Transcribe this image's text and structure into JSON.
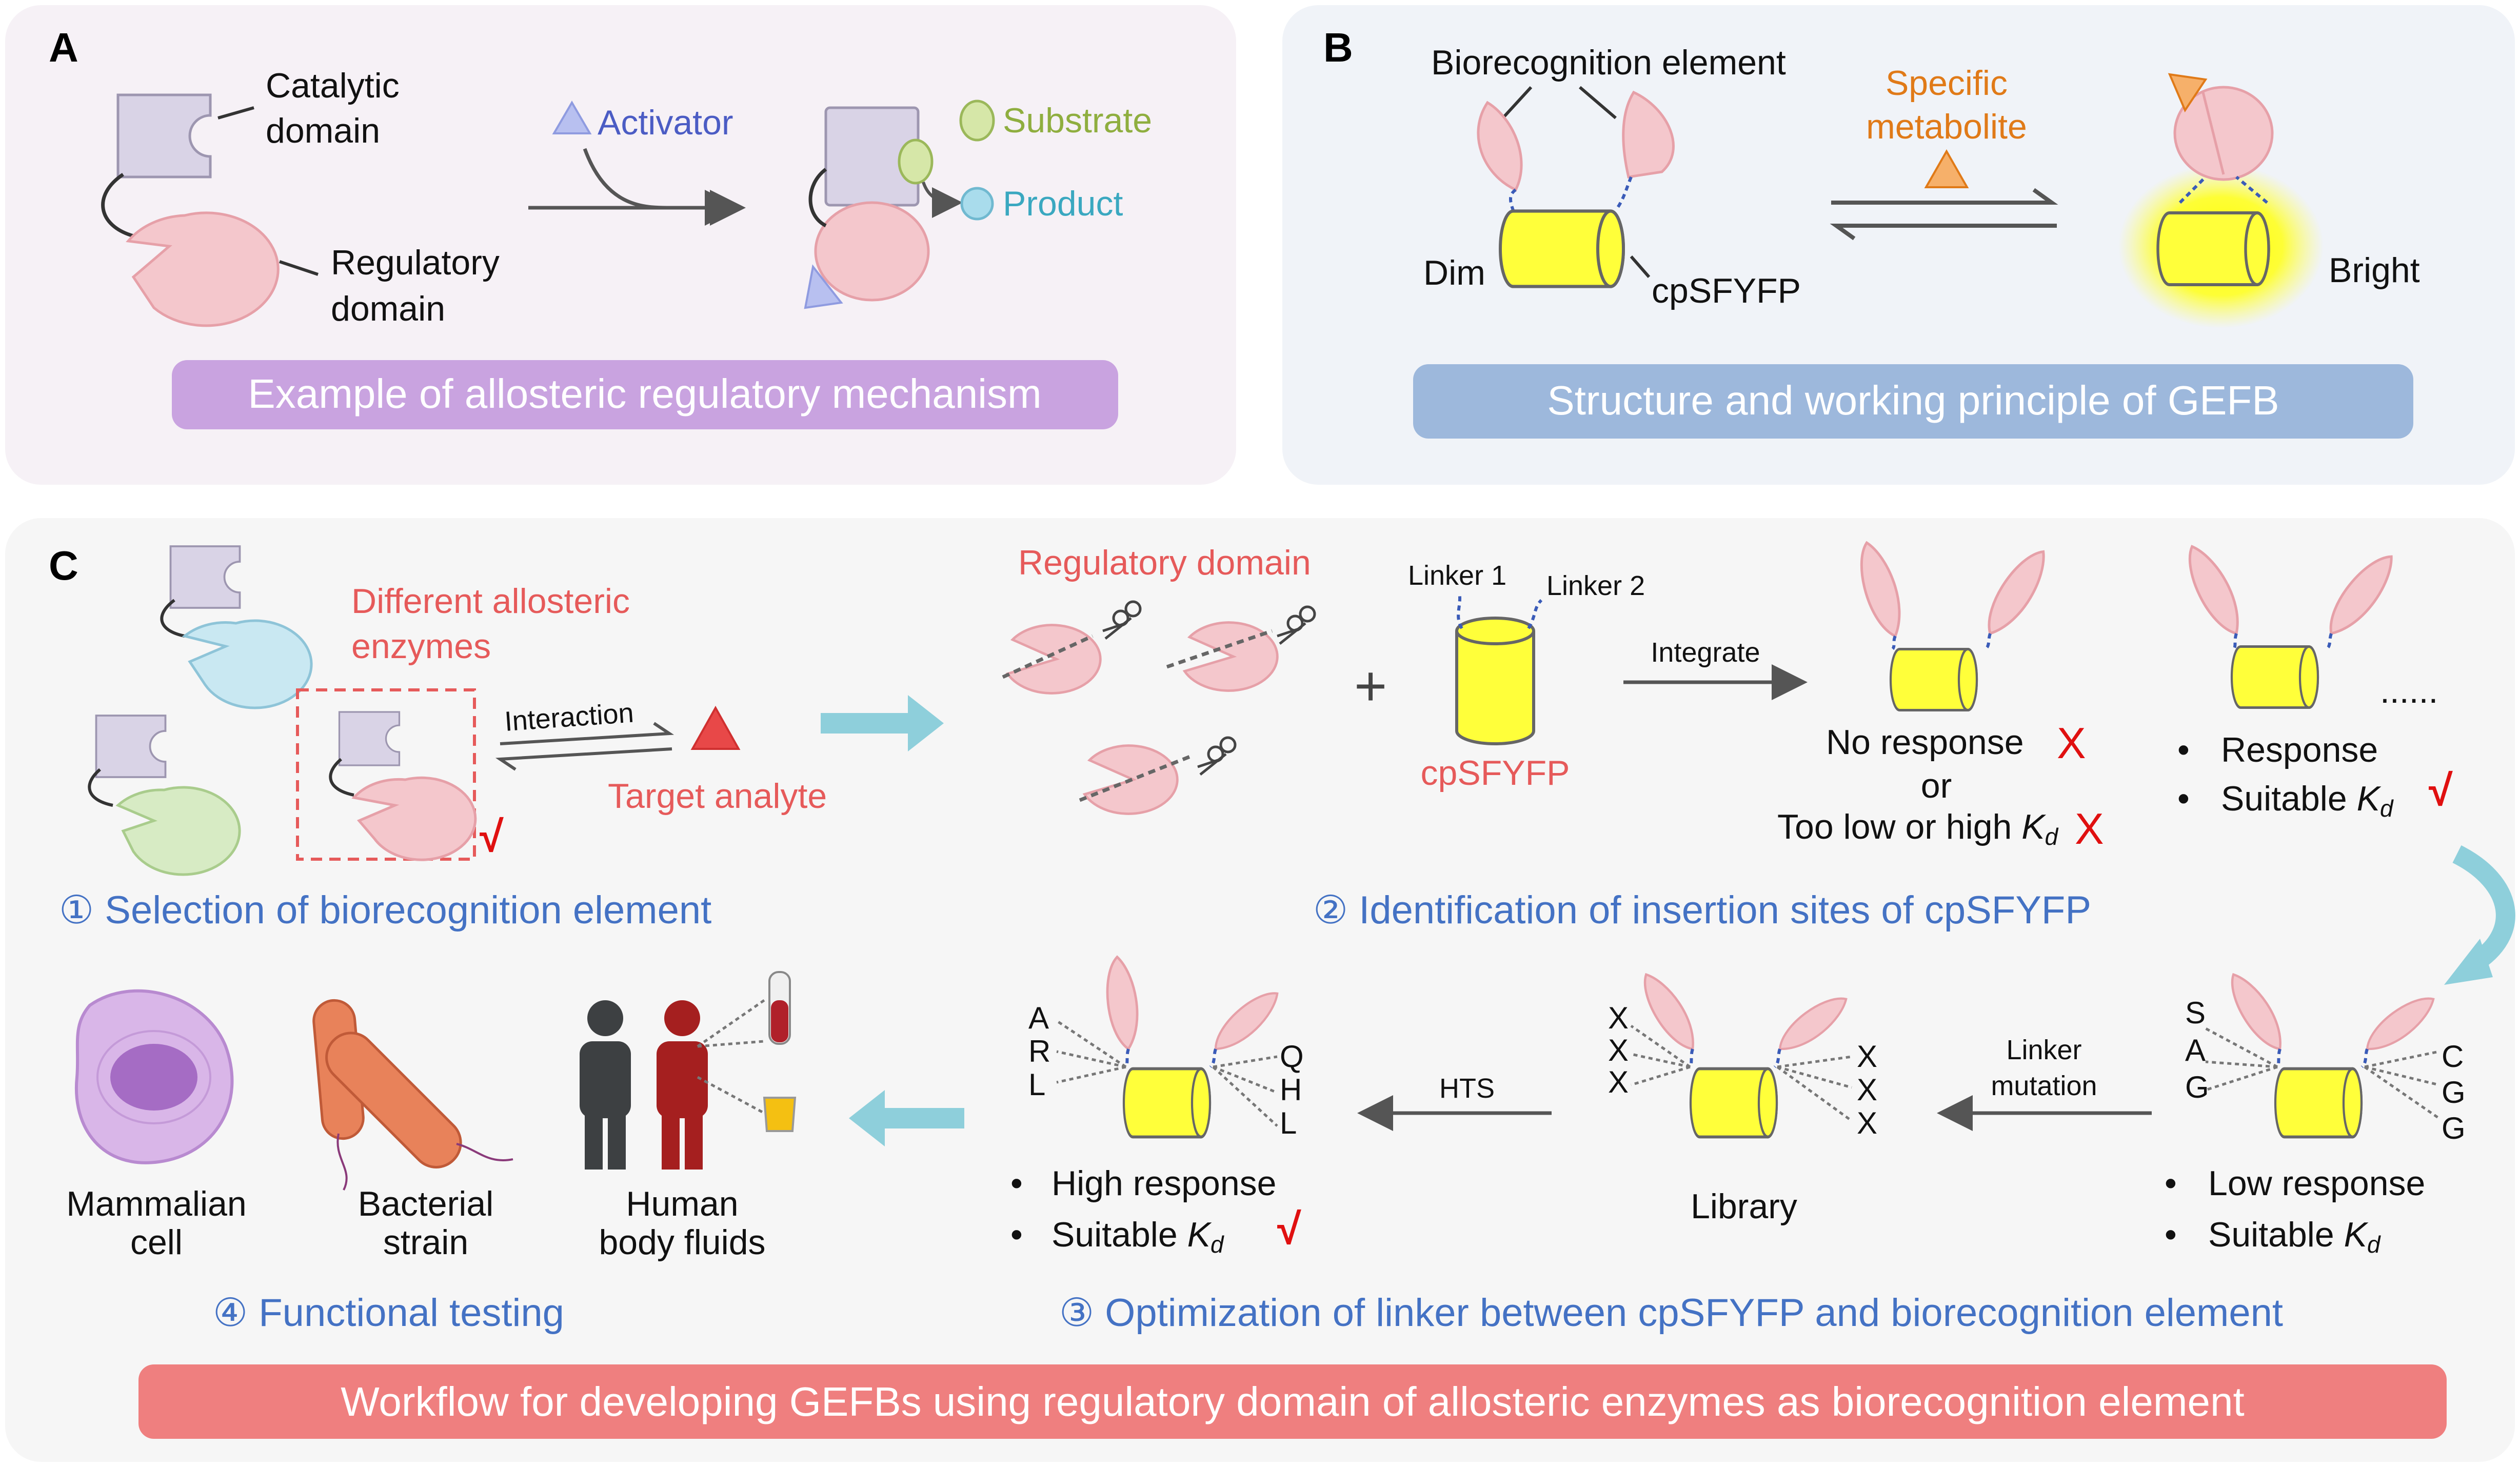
{
  "panel_a": {
    "letter": "A",
    "catalytic_l1": "Catalytic",
    "catalytic_l2": "domain",
    "regulatory_l1": "Regulatory",
    "regulatory_l2": "domain",
    "activator": "Activator",
    "substrate": "Substrate",
    "product": "Product",
    "banner": "Example of allosteric regulatory mechanism"
  },
  "panel_b": {
    "letter": "B",
    "biorecognition": "Biorecognition element",
    "metabolite_l1": "Specific",
    "metabolite_l2": "metabolite",
    "dim": "Dim",
    "cpsfyfp": "cpSFYFP",
    "bright": "Bright",
    "banner": "Structure and working principle of GEFB"
  },
  "panel_c": {
    "letter": "C",
    "step1": {
      "enzymes_l1": "Different allosteric",
      "enzymes_l2": "enzymes",
      "interaction": "Interaction",
      "target": "Target analyte",
      "title": "① Selection of biorecognition element"
    },
    "step2": {
      "regulatory": "Regulatory domain",
      "plus": "+",
      "linker1": "Linker 1",
      "linker2": "Linker 2",
      "cpsfyfp": "cpSFYFP",
      "integrate": "Integrate",
      "no_response": "No response",
      "or": "or",
      "too_low_a": "Too low or high ",
      "kd_k": "K",
      "kd_d": "d",
      "response": "Response",
      "suitable": "Suitable ",
      "ellipsis": "......",
      "title": "② Identification of insertion sites of cpSFYFP"
    },
    "step3": {
      "left_letters": [
        "A",
        "R",
        "L"
      ],
      "right_letters": [
        "Q",
        "H",
        "L"
      ],
      "x_letters": [
        "X",
        "X",
        "X"
      ],
      "sag_letters": [
        "S",
        "A",
        "G"
      ],
      "cgg_letters": [
        "C",
        "G",
        "G"
      ],
      "hts": "HTS",
      "linker_mut_l1": "Linker",
      "linker_mut_l2": "mutation",
      "high_response": "High response",
      "suitable": "Suitable ",
      "library": "Library",
      "low_response": "Low response",
      "title": "③ Optimization of linker between cpSFYFP and biorecognition element"
    },
    "step4": {
      "mammalian_l1": "Mammalian",
      "mammalian_l2": "cell",
      "bacterial_l1": "Bacterial",
      "bacterial_l2": "strain",
      "human_l1": "Human",
      "human_l2": "body fluids",
      "title": "④ Functional testing"
    },
    "banner": "Workflow for developing GEFBs using regulatory domain of allosteric enzymes as biorecognition element"
  },
  "marks": {
    "check": "√",
    "cross": "X",
    "bullet": "•"
  },
  "colors": {
    "panel_a_bg": "#f6f1f6",
    "panel_b_bg": "#f0f3f8",
    "panel_c_bg": "#f6f6f6",
    "banner_purple": "#c9a3e0",
    "banner_blue": "#9db8dc",
    "banner_red": "#ef7f7f",
    "step_blue": "#4472c4",
    "label_red": "#e65a5a",
    "label_orange": "#e07a18",
    "catalytic": "#d9d3e6",
    "regulatory": "#f4c7cc",
    "barrel_yellow": "#ffff3a",
    "arrow_cyan": "#8ecfdb"
  }
}
